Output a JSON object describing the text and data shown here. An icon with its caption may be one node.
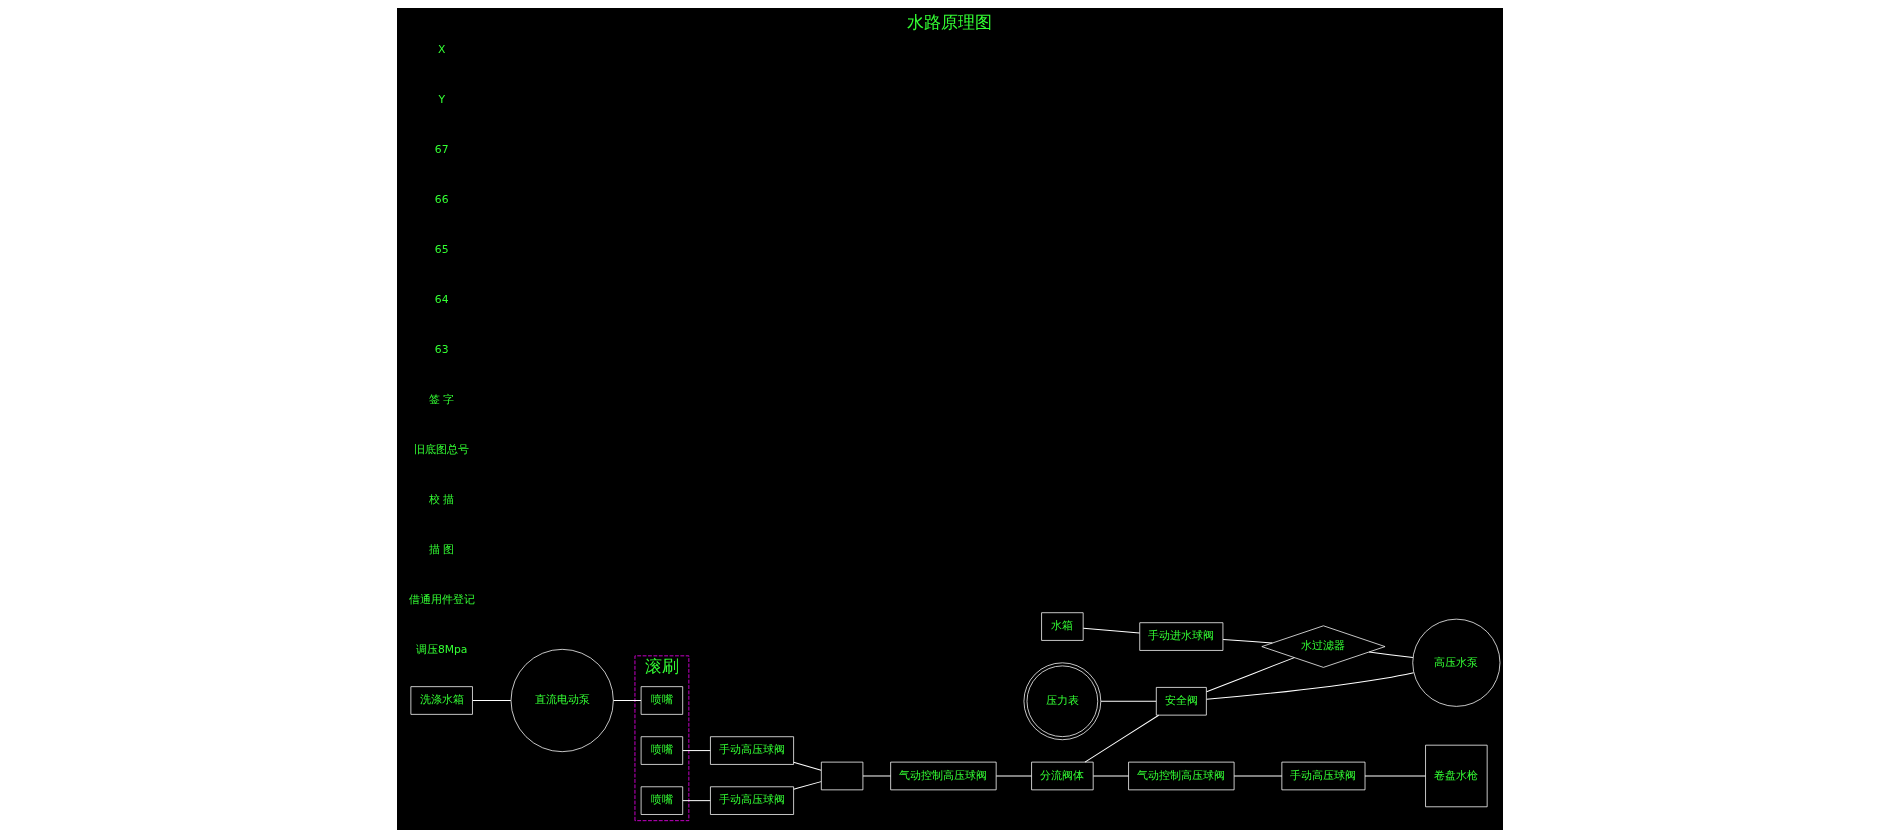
{
  "diagram": {
    "title": "水路原理图",
    "nodes": [
      {
        "text": [
          "滚刷"
        ]
      },
      {
        "text": [
          "喷嘴"
        ],
        "in": 0
      },
      {
        "text": [
          "喷嘴"
        ],
        "in": 0
      },
      {
        "text": [
          "喷嘴"
        ],
        "in": 0
      },
      {
        "text": [
          "手动高压球阀"
        ]
      },
      {
        "text": [
          "手动高压球阀"
        ]
      },
      {
        "text": [],
        "shape": "box"
      },
      {
        "text": [
          "气动控制高压球阀"
        ]
      },
      {
        "text": [
          "分流阀体"
        ]
      },
      {
        "text": [
          "气动控制高压球阀"
        ]
      },
      {
        "text": [
          "手动高压球阀"
        ]
      },
      {
        "text": [
          "卷盘水枪"
        ]
      },
      {
        "text": [
          "安全阀"
        ]
      },
      {
        "text": [
          "压力表"
        ]
      },
      {
        "text": [
          "高压水泵"
        ]
      },
      {
        "text": [
          "水过滤器"
        ]
      },
      {
        "text": [
          "手动进水球阀"
        ]
      },
      {
        "text": [
          "水箱"
        ]
      },
      {
        "text": [
          "直流电动泵"
        ]
      },
      {
        "text": [
          "洗涤水箱"
        ]
      }
    ],
    "edges": [
      {
        "from": 19,
        "to": 18,
        "arrow": "none"
      },
      {
        "from": 18,
        "to": 1,
        "arrow": "none"
      },
      {
        "from": 2,
        "to": 4,
        "arrow": "none"
      },
      {
        "from": 3,
        "to": 5,
        "arrow": "none"
      },
      {
        "from": 4,
        "to": 6,
        "arrow": "none"
      },
      {
        "from": 5,
        "to": 6,
        "arrow": "none"
      },
      {
        "from": 6,
        "to": 7,
        "arrow": "none"
      },
      {
        "from": 7,
        "to": 8,
        "arrow": "none"
      },
      {
        "from": 8,
        "to": 9,
        "arrow": "none"
      },
      {
        "from": 9,
        "to": 10,
        "arrow": "none"
      },
      {
        "from": 10,
        "to": 11,
        "arrow": "none"
      },
      {
        "from": 8,
        "to": 12,
        "arrow": "none"
      },
      {
        "from": 14,
        "to": 12,
        "arrow": "none"
      },
      {
        "from": 13,
        "to": 12,
        "arrow": "none"
      },
      {
        "from": 15,
        "to": 14,
        "arrow": "none"
      },
      {
        "from": 16,
        "to": 15,
        "arrow": "none"
      },
      {
        "from": 17,
        "to": 16,
        "arrow": "none"
      },
      {
        "from": 12,
        "to": 15,
        "arrow": "none"
      }
    ],
    "labels": [
      "调压8Mpa",
      "借通用件登记",
      "描 图",
      "校 描",
      "旧底图总号",
      "签 字",
      "63",
      "64",
      "65",
      "66",
      "67",
      "Y",
      "X"
    ]
  }
}
